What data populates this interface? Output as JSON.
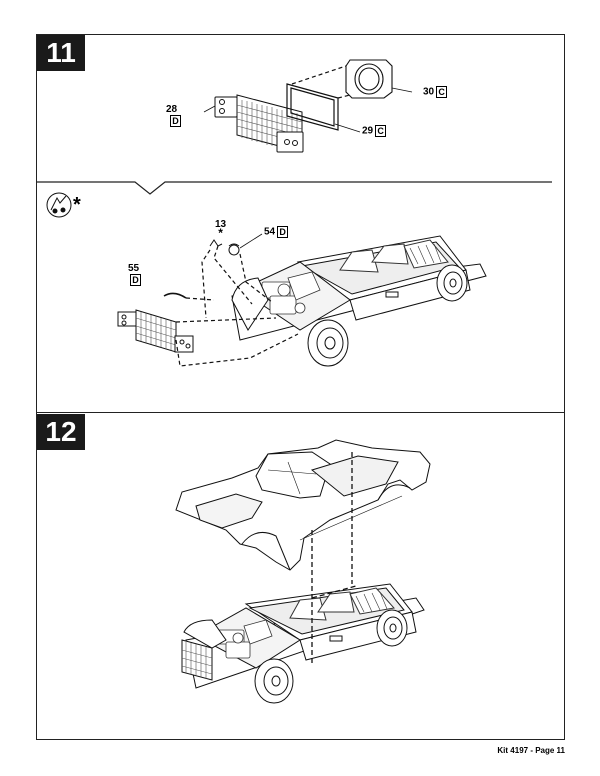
{
  "steps": [
    {
      "number": "11"
    },
    {
      "number": "12"
    }
  ],
  "parts": {
    "p28": {
      "number": "28",
      "tree": "D"
    },
    "p29": {
      "number": "29",
      "tree": "C"
    },
    "p30": {
      "number": "30",
      "tree": "C"
    },
    "p13": {
      "number": "13",
      "note": "*"
    },
    "p54": {
      "number": "54",
      "tree": "D"
    },
    "p55": {
      "number": "55",
      "tree": "D"
    }
  },
  "glue_note": {
    "icon": "paint-glue-icon",
    "star": "*"
  },
  "footer": {
    "text": "Kit 4197 - Page 11"
  }
}
